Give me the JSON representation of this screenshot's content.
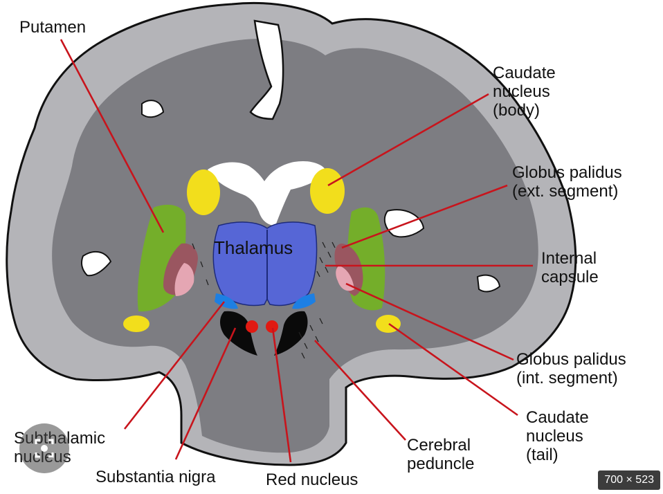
{
  "labels": {
    "putamen": "Putamen",
    "caudate_body": "Caudate\nnucleus\n(body)",
    "gp_ext": "Globus palidus\n(ext. segment)",
    "internal_capsule": "Internal\ncapsule",
    "gp_int": "Globus palidus\n(int. segment)",
    "caudate_tail": "Caudate\nnucleus\n(tail)",
    "cerebral_peduncle": "Cerebral\npeduncle",
    "red_nucleus": "Red nucleus",
    "substantia_nigra": "Substantia nigra",
    "subthalamic": "Subthalamic\nnucleus",
    "thalamus": "Thalamus"
  },
  "badge": {
    "size": "700 × 523"
  },
  "icons": {
    "lens": "visual-search-icon"
  },
  "colors": {
    "cortex": "#b4b4b8",
    "white_matter": "#7d7d82",
    "outline": "#111111",
    "caudate": "#f2de1c",
    "putamen": "#74ae2a",
    "gp_ext": "#9a5660",
    "gp_int": "#e5a6b3",
    "thalamus": "#5666d6",
    "subthalamic": "#1d7fe3",
    "red_nucleus": "#e11a12",
    "substantia_nigra": "#0a0a0a",
    "ventricle": "#ffffff",
    "leader": "#c8141c"
  }
}
